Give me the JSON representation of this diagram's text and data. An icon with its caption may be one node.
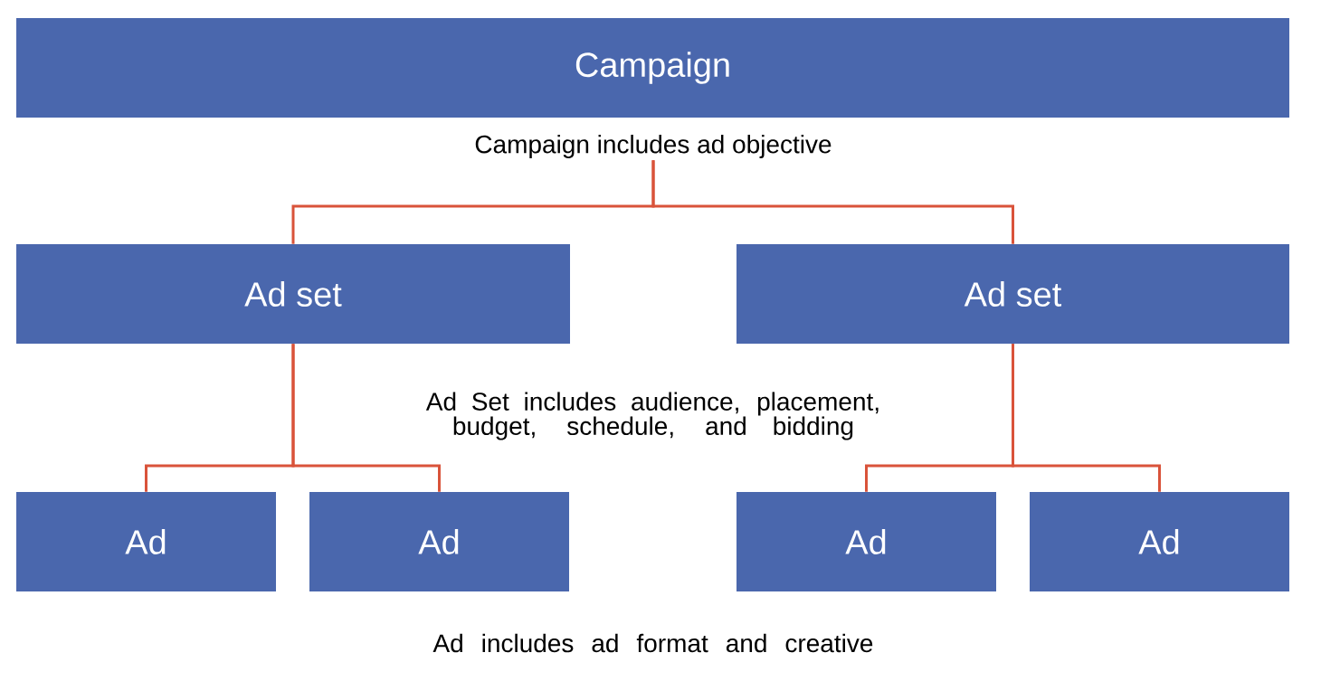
{
  "diagram": {
    "nodes": [
      {
        "text": [
          "Campaign"
        ]
      },
      {
        "text": [
          "Campaign includes ad objective"
        ]
      },
      {
        "text": [
          "Ad set"
        ]
      },
      {
        "text": [
          "Ad set"
        ]
      },
      {
        "text": [
          "Ad"
        ]
      },
      {
        "text": [
          "Ad"
        ]
      },
      {
        "text": [
          "Ad"
        ]
      },
      {
        "text": [
          "Ad"
        ]
      }
    ],
    "edges": [
      {
        "from": 1,
        "to": 2,
        "arrow": "none"
      },
      {
        "from": 1,
        "to": 3,
        "arrow": "none"
      },
      {
        "from": 2,
        "to": 4,
        "arrow": "none"
      },
      {
        "from": 2,
        "to": 5,
        "arrow": "none"
      },
      {
        "from": 3,
        "to": 6,
        "arrow": "none"
      },
      {
        "from": 3,
        "to": 7,
        "arrow": "none"
      }
    ],
    "labels": [
      "Ad Set includes audience, placement, budget, schedule, and bidding",
      "Ad includes ad format and creative"
    ]
  }
}
